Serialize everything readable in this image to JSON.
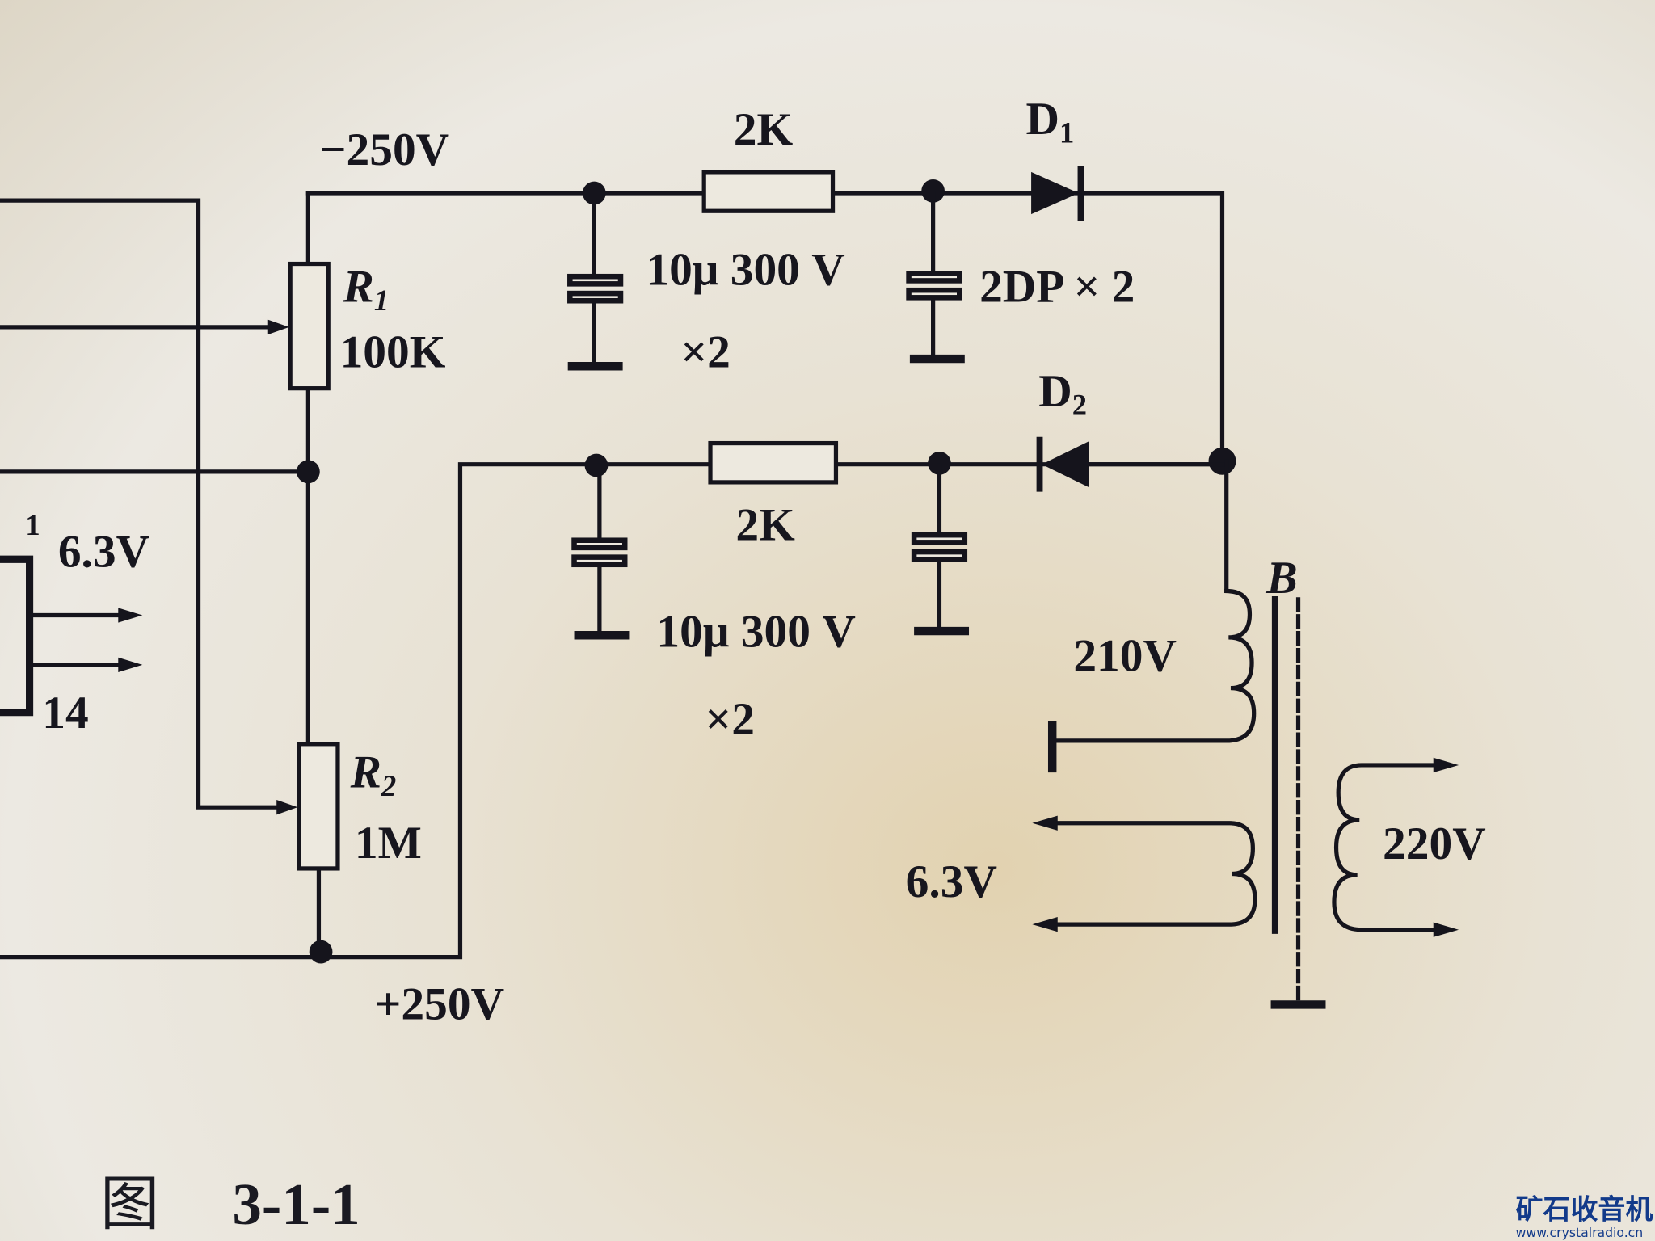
{
  "figure": {
    "caption_prefix": "图",
    "caption_number": "3-1-1",
    "watermark_title": "矿石收音机",
    "watermark_url": "www.crystalradio.cn"
  },
  "labels": {
    "neg_rail": "−250V",
    "pos_rail": "+250V",
    "r_top": "2K",
    "r_bottom": "2K",
    "d1": "D",
    "d1_sub": "1",
    "d2": "D",
    "d2_sub": "2",
    "r1": "R",
    "r1_sub": "1",
    "r1_value": "100K",
    "r2": "R",
    "r2_sub": "2",
    "r2_value": "1M",
    "cap_top": "10μ 300 V",
    "cap_top_mult": "×2",
    "diode_type": "2DP × 2",
    "cap_bottom": "10μ 300 V",
    "cap_bottom_mult": "×2",
    "transformer": "B",
    "sec_hv": "210V",
    "sec_fil": "6.3V",
    "primary": "220V",
    "left_pin_top": "1",
    "left_voltage": "6.3V",
    "left_pin_bottom": "14"
  }
}
